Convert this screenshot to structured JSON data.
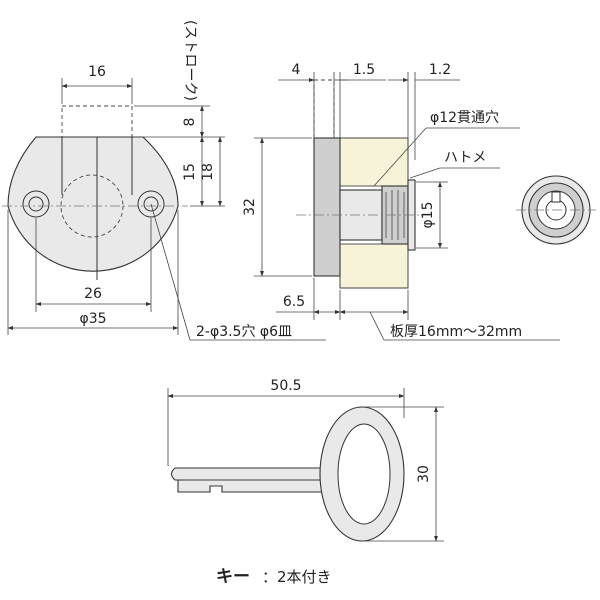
{
  "dimensions": {
    "front": {
      "width_top": "16",
      "stroke_value": "8",
      "stroke_label": "(ストローク)",
      "height_15": "15",
      "height_18": "18",
      "pitch": "26",
      "diameter": "φ35",
      "holes": "2-φ3.5穴 φ6皿"
    },
    "side": {
      "d4": "4",
      "d1_5": "1.5",
      "d1_2": "1.2",
      "through_hole": "φ12貫通穴",
      "grommet": "ハトメ",
      "height32": "32",
      "phi15": "φ15",
      "d6_5": "6.5",
      "board": "板厚16mm～32mm"
    },
    "key": {
      "length": "50.5",
      "height": "30"
    }
  },
  "caption": {
    "label": "キー",
    "value": "：2本付き"
  }
}
